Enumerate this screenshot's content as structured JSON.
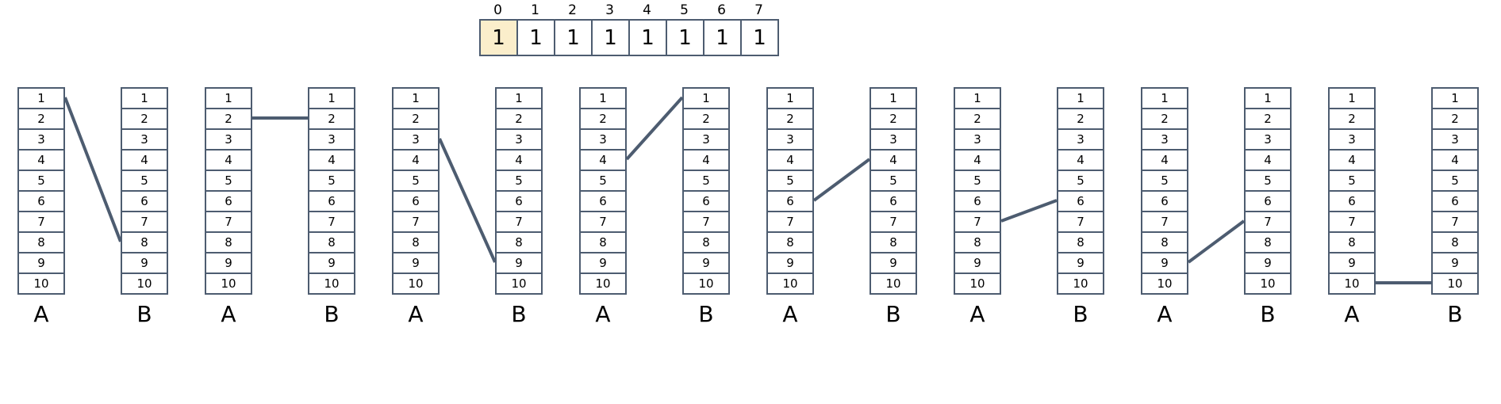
{
  "top_array": {
    "name": "index-array",
    "indices": [
      "0",
      "1",
      "2",
      "3",
      "4",
      "5",
      "6",
      "7"
    ],
    "values": [
      "1",
      "1",
      "1",
      "1",
      "1",
      "1",
      "1",
      "1"
    ],
    "highlighted_index": 0,
    "highlight_color": "#fbeecb",
    "border_color": "#4d5c70"
  },
  "column_rows": [
    "1",
    "2",
    "3",
    "4",
    "5",
    "6",
    "7",
    "8",
    "9",
    "10"
  ],
  "labels": {
    "left": "A",
    "right": "B"
  },
  "line_color": "#4d5c70",
  "pairs": [
    {
      "name": "pair-1",
      "label_a": "A",
      "label_b": "B",
      "from_row": 1,
      "to_row": 8
    },
    {
      "name": "pair-2",
      "label_a": "A",
      "label_b": "B",
      "from_row": 2,
      "to_row": 2
    },
    {
      "name": "pair-3",
      "label_a": "A",
      "label_b": "B",
      "from_row": 3,
      "to_row": 9
    },
    {
      "name": "pair-4",
      "label_a": "A",
      "label_b": "B",
      "from_row": 4,
      "to_row": 1
    },
    {
      "name": "pair-5",
      "label_a": "A",
      "label_b": "B",
      "from_row": 6,
      "to_row": 4
    },
    {
      "name": "pair-6",
      "label_a": "A",
      "label_b": "B",
      "from_row": 7,
      "to_row": 6
    },
    {
      "name": "pair-7",
      "label_a": "A",
      "label_b": "B",
      "from_row": 9,
      "to_row": 7
    },
    {
      "name": "pair-8",
      "label_a": "A",
      "label_b": "B",
      "from_row": 10,
      "to_row": 10
    }
  ]
}
